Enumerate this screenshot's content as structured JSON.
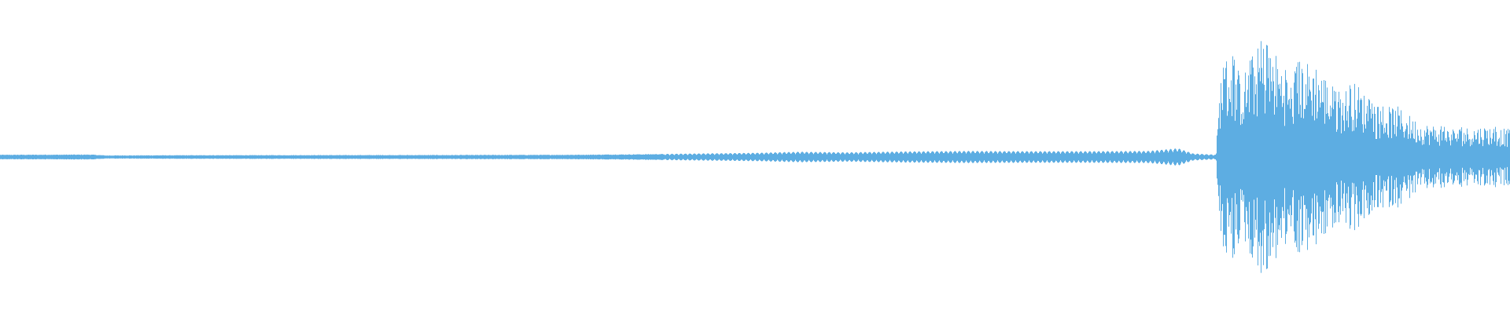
{
  "waveform": {
    "color": "#5dade2",
    "background": "#ffffff",
    "style": "mirrored-amplitude",
    "envelope": [
      {
        "t": 0.0,
        "a": 0.02
      },
      {
        "t": 0.06,
        "a": 0.022
      },
      {
        "t": 0.07,
        "a": 0.014
      },
      {
        "t": 0.12,
        "a": 0.016
      },
      {
        "t": 0.2,
        "a": 0.017
      },
      {
        "t": 0.3,
        "a": 0.018
      },
      {
        "t": 0.38,
        "a": 0.02
      },
      {
        "t": 0.42,
        "a": 0.024
      },
      {
        "t": 0.46,
        "a": 0.03
      },
      {
        "t": 0.5,
        "a": 0.036
      },
      {
        "t": 0.53,
        "a": 0.045
      },
      {
        "t": 0.56,
        "a": 0.04
      },
      {
        "t": 0.6,
        "a": 0.048
      },
      {
        "t": 0.64,
        "a": 0.052
      },
      {
        "t": 0.68,
        "a": 0.05
      },
      {
        "t": 0.72,
        "a": 0.05
      },
      {
        "t": 0.76,
        "a": 0.052
      },
      {
        "t": 0.78,
        "a": 0.075
      },
      {
        "t": 0.79,
        "a": 0.03
      },
      {
        "t": 0.805,
        "a": 0.02
      },
      {
        "t": 0.808,
        "a": 0.72
      },
      {
        "t": 0.815,
        "a": 0.9
      },
      {
        "t": 0.822,
        "a": 0.7
      },
      {
        "t": 0.835,
        "a": 1.0
      },
      {
        "t": 0.845,
        "a": 0.9
      },
      {
        "t": 0.855,
        "a": 0.65
      },
      {
        "t": 0.86,
        "a": 0.84
      },
      {
        "t": 0.872,
        "a": 0.82
      },
      {
        "t": 0.885,
        "a": 0.55
      },
      {
        "t": 0.898,
        "a": 0.65
      },
      {
        "t": 0.91,
        "a": 0.43
      },
      {
        "t": 0.925,
        "a": 0.44
      },
      {
        "t": 0.94,
        "a": 0.3
      },
      {
        "t": 0.96,
        "a": 0.25
      },
      {
        "t": 0.985,
        "a": 0.27
      },
      {
        "t": 1.0,
        "a": 0.24
      }
    ]
  }
}
